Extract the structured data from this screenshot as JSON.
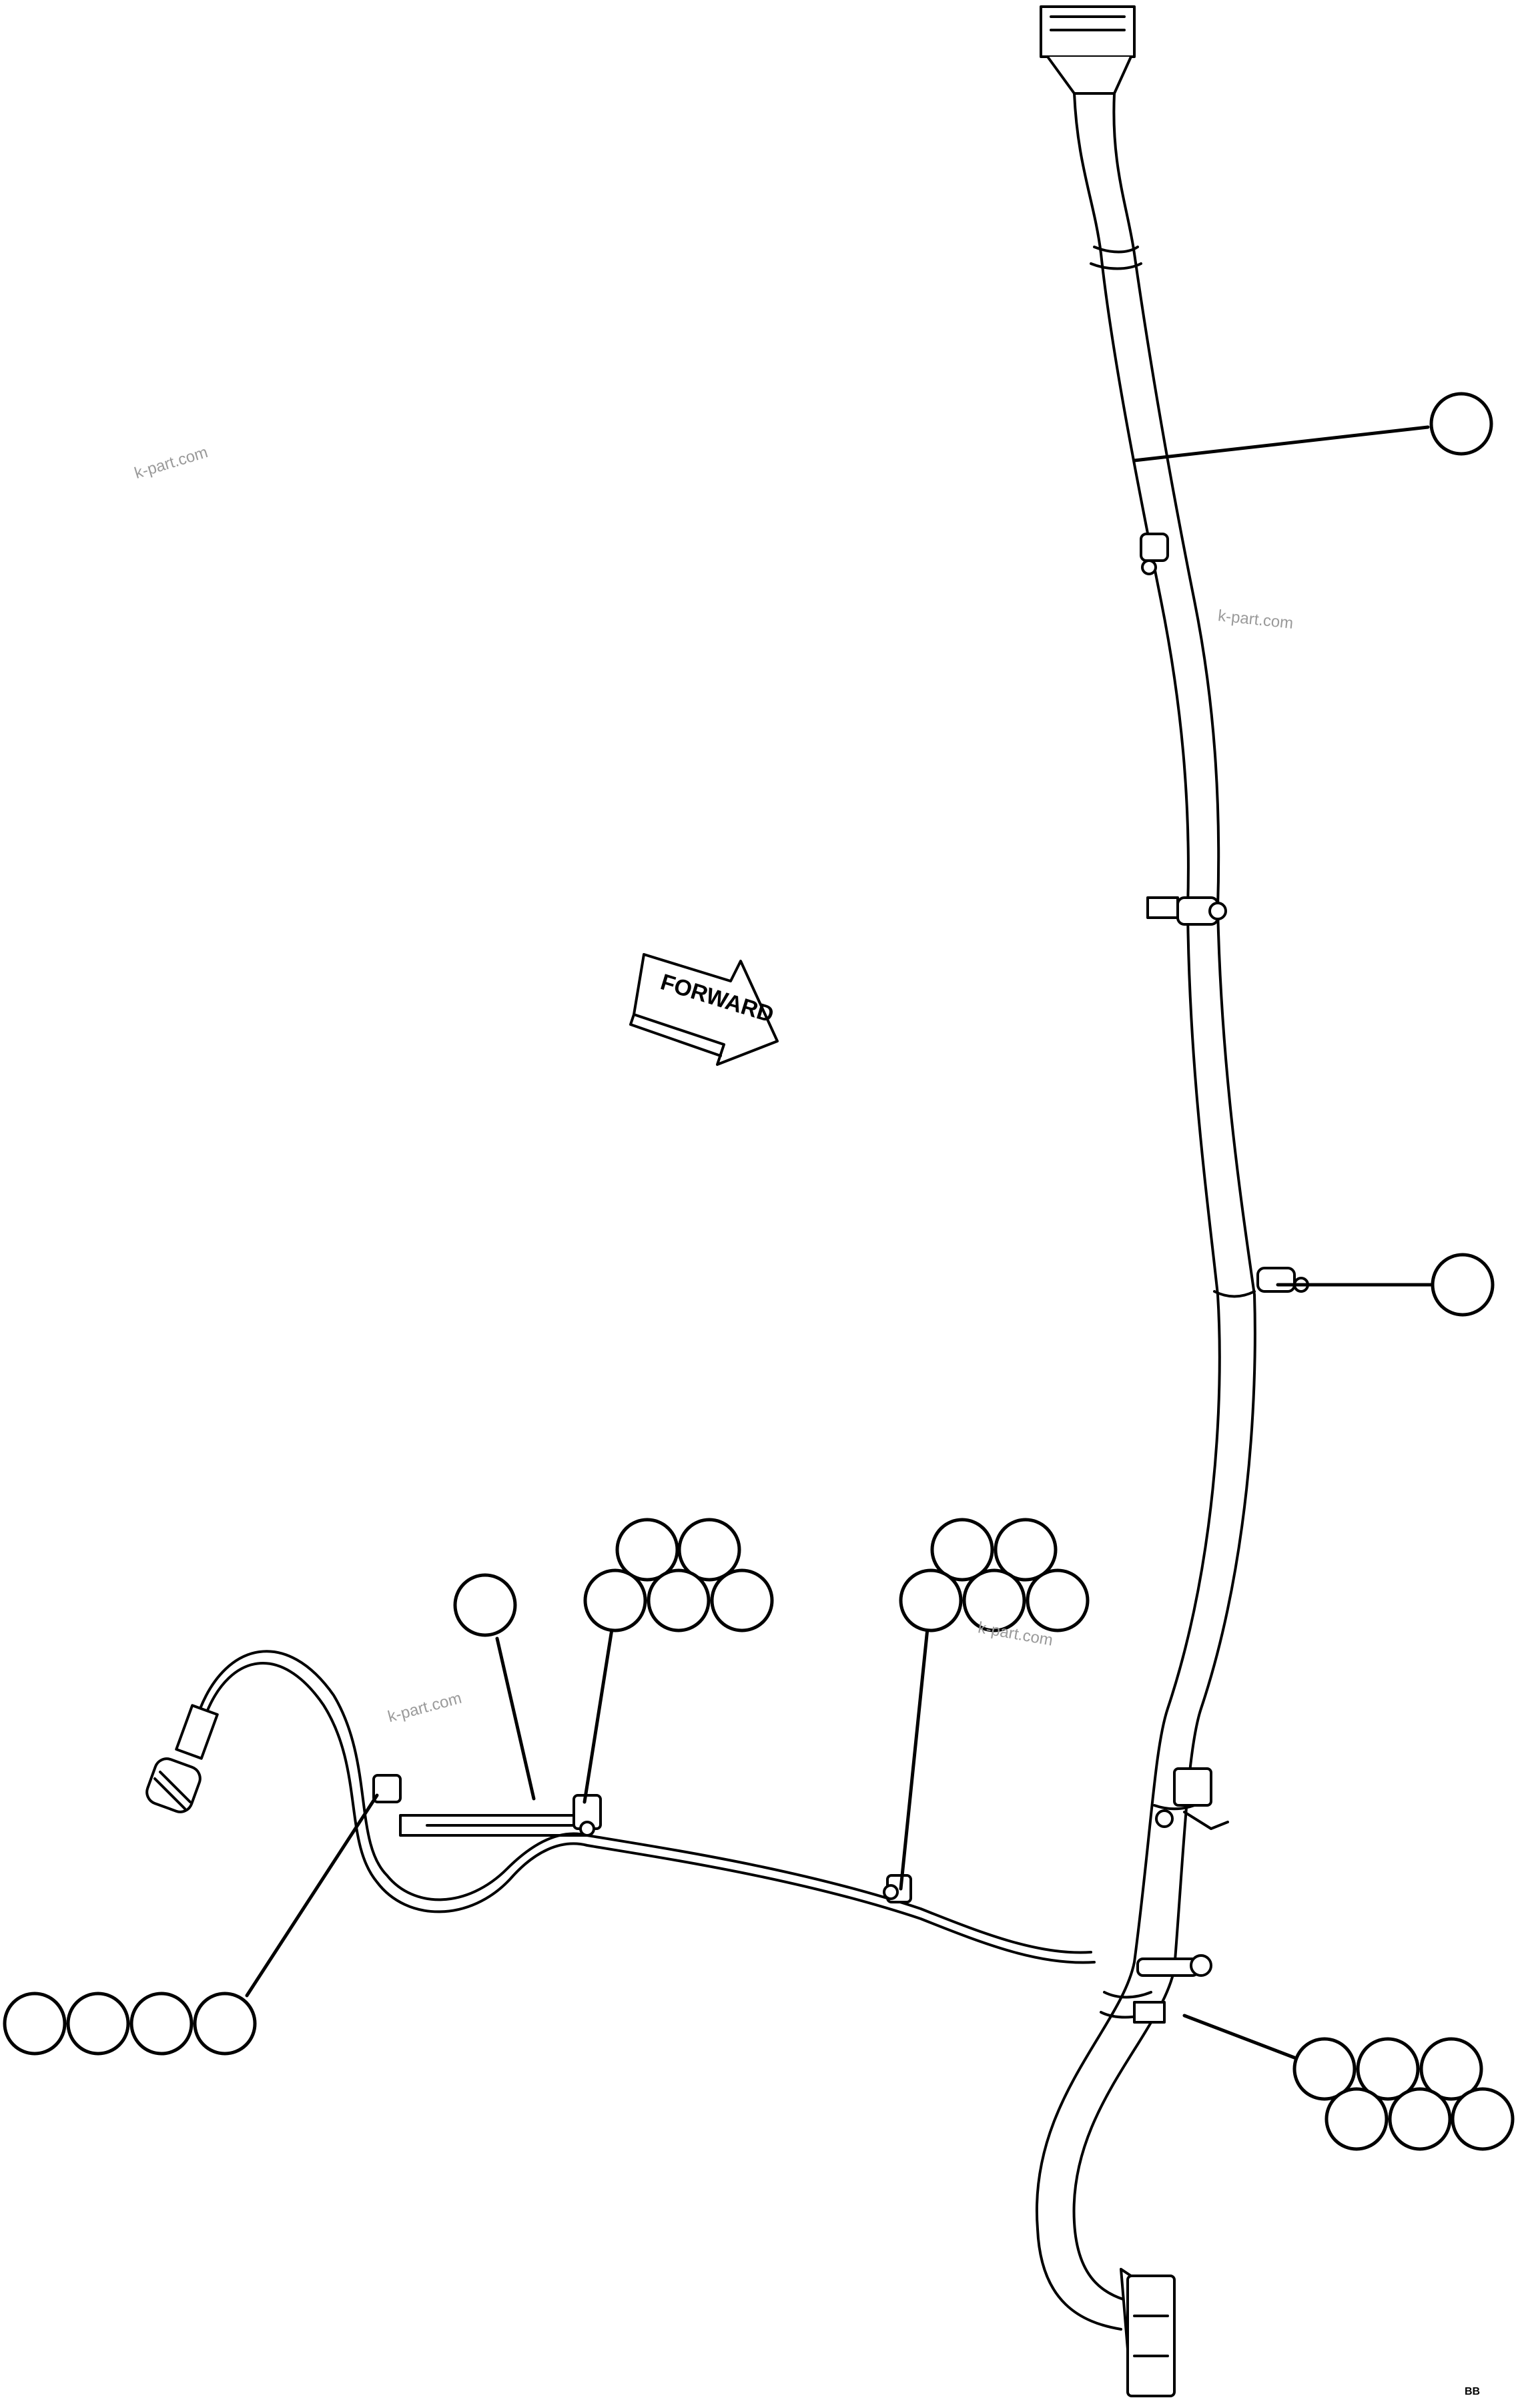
{
  "diagram": {
    "forward_label": "FORWARD",
    "watermarks": [
      "k-part.com",
      "k-part.com",
      "k-part.com",
      "k-part.com"
    ],
    "corner_code": "BB",
    "callout_groups": [
      {
        "id": "upper-right",
        "count": 1
      },
      {
        "id": "mid-right",
        "count": 1
      },
      {
        "id": "single-left",
        "count": 1
      },
      {
        "id": "center-left-group",
        "count": 5
      },
      {
        "id": "center-right-group",
        "count": 5
      },
      {
        "id": "bottom-left-row",
        "count": 4
      },
      {
        "id": "bottom-right-group",
        "count": 6
      }
    ],
    "colors": {
      "line": "#000000",
      "watermark": "#9a9a9a",
      "background": "#ffffff"
    }
  }
}
